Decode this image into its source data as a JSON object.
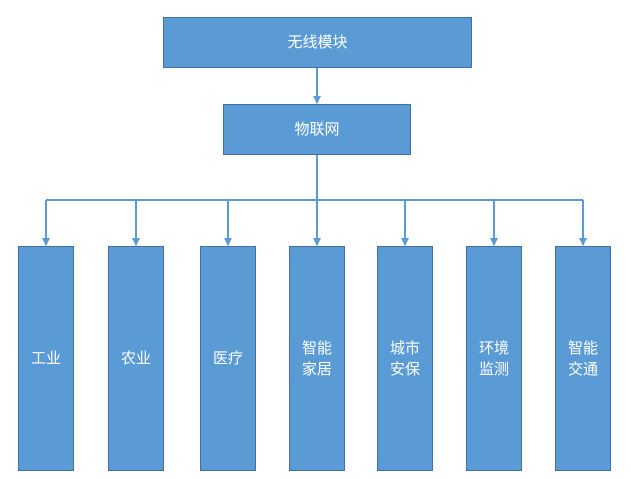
{
  "diagram": {
    "root": {
      "label": "无线模块"
    },
    "middle": {
      "label": "物联网"
    },
    "leaves": [
      {
        "lines": [
          "工业"
        ]
      },
      {
        "lines": [
          "农业"
        ]
      },
      {
        "lines": [
          "医疗"
        ]
      },
      {
        "lines": [
          "智能",
          "家居"
        ]
      },
      {
        "lines": [
          "城市",
          "安保"
        ]
      },
      {
        "lines": [
          "环境",
          "监测"
        ]
      },
      {
        "lines": [
          "智能",
          "交通"
        ]
      }
    ],
    "colors": {
      "box_fill": "#5b9bd5",
      "box_border": "#41719c",
      "connector": "#5b9bd5",
      "text": "#ffffff"
    }
  }
}
